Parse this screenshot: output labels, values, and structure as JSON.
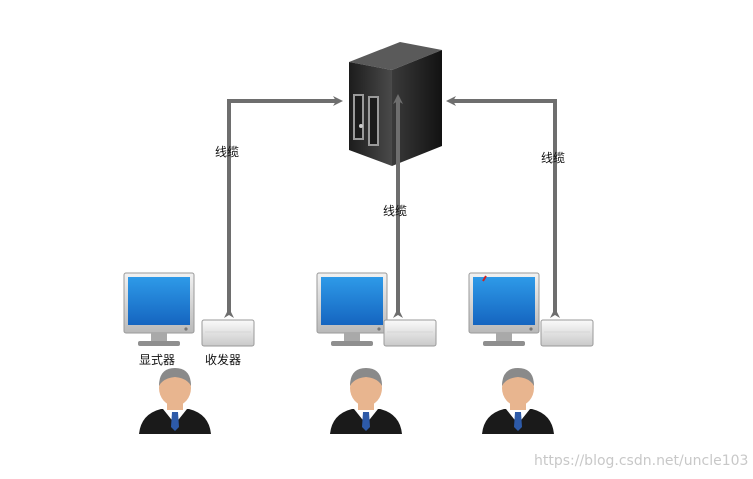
{
  "labels": {
    "cable_left": "线缆",
    "cable_middle": "线缆",
    "cable_right": "线缆",
    "monitor": "显式器",
    "transceiver": "收发器"
  },
  "watermark": "https://blog.csdn.net/uncle103",
  "colors": {
    "arrow": "#6e6e6e",
    "screen": "#1e88e5",
    "server_body": "#2b2b2b",
    "suit": "#1a1a1a",
    "tie": "#2d5aa8"
  }
}
